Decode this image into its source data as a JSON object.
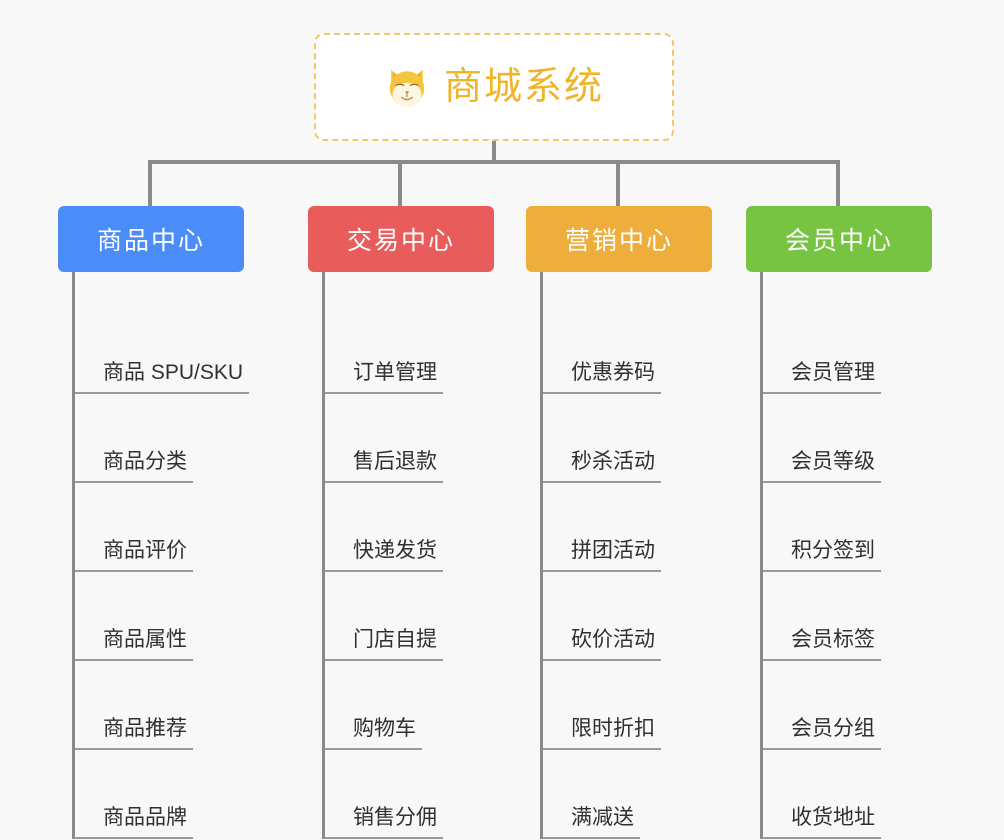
{
  "root": {
    "title": "商城系统",
    "icon": "shiba-dog-icon",
    "border_color": "#f4c56b",
    "text_color": "#f0b429"
  },
  "canvas": {
    "background": "#f8f8f8",
    "connector_color": "#8a8a8a"
  },
  "columns": [
    {
      "key": "product-center",
      "label": "商品中心",
      "color": "#4b8df8",
      "items": [
        "商品 SPU/SKU",
        "商品分类",
        "商品评价",
        "商品属性",
        "商品推荐",
        "商品品牌"
      ]
    },
    {
      "key": "trade-center",
      "label": "交易中心",
      "color": "#e85c5c",
      "items": [
        "订单管理",
        "售后退款",
        "快递发货",
        "门店自提",
        "购物车",
        "销售分佣"
      ]
    },
    {
      "key": "marketing-center",
      "label": "营销中心",
      "color": "#edae3c",
      "items": [
        "优惠券码",
        "秒杀活动",
        "拼团活动",
        "砍价活动",
        "限时折扣",
        "满减送"
      ]
    },
    {
      "key": "member-center",
      "label": "会员中心",
      "color": "#76c442",
      "items": [
        "会员管理",
        "会员等级",
        "积分签到",
        "会员标签",
        "会员分组",
        "收货地址"
      ]
    }
  ]
}
